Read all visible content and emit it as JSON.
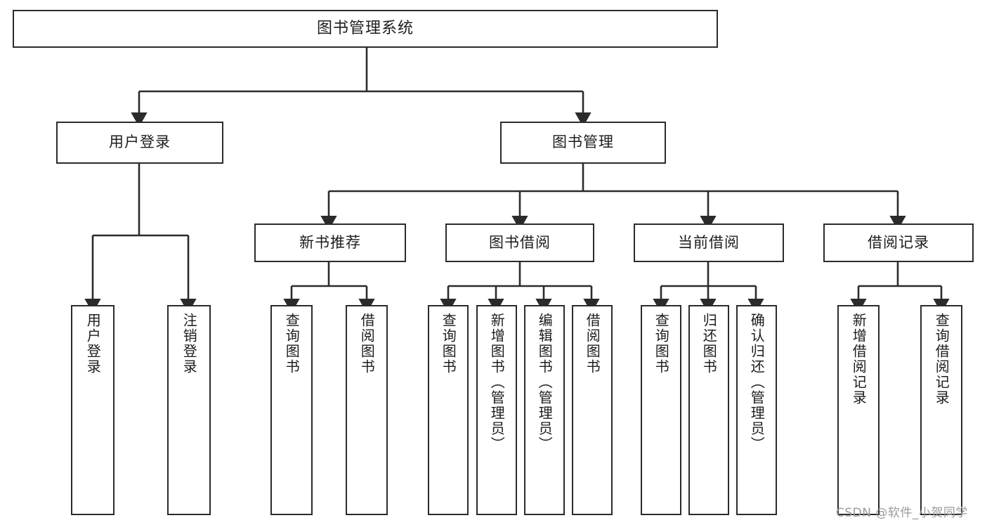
{
  "diagram": {
    "title": "图书管理系统",
    "type": "tree-hierarchy",
    "colors": {
      "background": "#ffffff",
      "node_fill": "#ffffff",
      "node_stroke": "#2b2b2b",
      "edge_stroke": "#2b2b2b",
      "text": "#1d1d1d",
      "watermark": "#9a9a9a"
    }
  },
  "nodes": {
    "root": {
      "label": "图书管理系统",
      "orientation": "horizontal"
    },
    "level2": [
      {
        "id": "user-login",
        "label": "用户登录",
        "orientation": "horizontal"
      },
      {
        "id": "book-manage",
        "label": "图书管理",
        "orientation": "horizontal"
      }
    ],
    "level3": [
      {
        "id": "new-book-recommend",
        "label": "新书推荐",
        "orientation": "horizontal"
      },
      {
        "id": "book-borrow",
        "label": "图书借阅",
        "orientation": "horizontal"
      },
      {
        "id": "current-borrow",
        "label": "当前借阅",
        "orientation": "horizontal"
      },
      {
        "id": "borrow-record",
        "label": "借阅记录",
        "orientation": "horizontal"
      }
    ],
    "leaves": {
      "user-login": [
        {
          "id": "leaf-user-login",
          "label": "用户登录",
          "orientation": "vertical"
        },
        {
          "id": "leaf-logout",
          "label": "注销登录",
          "orientation": "vertical"
        }
      ],
      "new-book-recommend": [
        {
          "id": "leaf-query-book-1",
          "label": "查询图书",
          "orientation": "vertical"
        },
        {
          "id": "leaf-borrow-book-1",
          "label": "借阅图书",
          "orientation": "vertical"
        }
      ],
      "book-borrow": [
        {
          "id": "leaf-query-book-2",
          "label": "查询图书",
          "orientation": "vertical"
        },
        {
          "id": "leaf-add-book",
          "label": "新增图书（管理员）",
          "orientation": "vertical"
        },
        {
          "id": "leaf-edit-book",
          "label": "编辑图书（管理员）",
          "orientation": "vertical"
        },
        {
          "id": "leaf-borrow-book-2",
          "label": "借阅图书",
          "orientation": "vertical"
        }
      ],
      "current-borrow": [
        {
          "id": "leaf-query-book-3",
          "label": "查询图书",
          "orientation": "vertical"
        },
        {
          "id": "leaf-return-book",
          "label": "归还图书",
          "orientation": "vertical"
        },
        {
          "id": "leaf-confirm-return",
          "label": "确认归还（管理员）",
          "orientation": "vertical"
        }
      ],
      "borrow-record": [
        {
          "id": "leaf-add-record",
          "label": "新增借阅记录",
          "orientation": "vertical"
        },
        {
          "id": "leaf-query-record",
          "label": "查询借阅记录",
          "orientation": "vertical"
        }
      ]
    }
  },
  "watermark": {
    "text": "CSDN @软件_小贺同学"
  }
}
